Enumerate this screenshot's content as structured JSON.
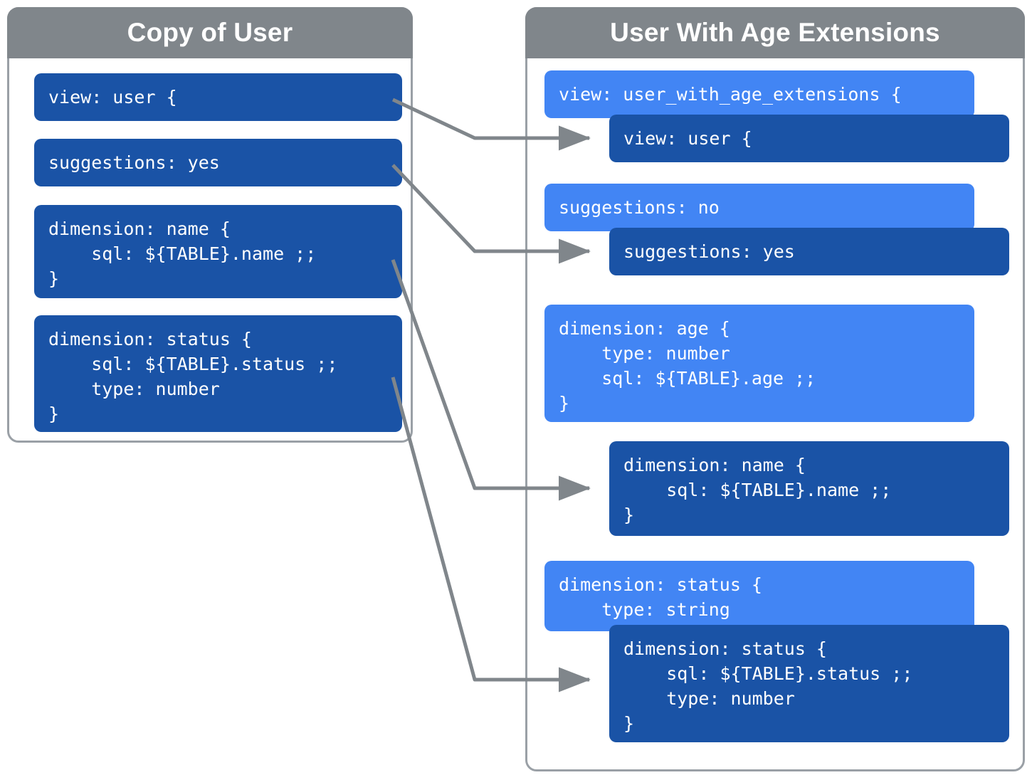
{
  "diagram": {
    "title_left": "Copy of User",
    "title_right": "User With Age Extensions"
  },
  "left_panel": {
    "header": "Copy of User",
    "blocks": [
      {
        "name": "view-user",
        "text": "view: user {"
      },
      {
        "name": "suggestions-yes",
        "text": "suggestions: yes"
      },
      {
        "name": "dimension-name",
        "text": "dimension: name {\n    sql: ${TABLE}.name ;;\n}"
      },
      {
        "name": "dimension-status",
        "text": "dimension: status {\n    sql: ${TABLE}.status ;;\n    type: number\n}"
      }
    ]
  },
  "right_panel": {
    "header": "User With Age Extensions",
    "groups": [
      {
        "name": "view-group",
        "outer": "view: user_with_age_extensions {",
        "inner": "view: user {"
      },
      {
        "name": "suggestions-group",
        "outer": "suggestions: no",
        "inner": "suggestions: yes"
      },
      {
        "name": "dimension-age-group",
        "outer": "dimension: age {\n    type: number\n    sql: ${TABLE}.age ;;\n}",
        "inner": "dimension: name {\n    sql: ${TABLE}.name ;;\n}"
      },
      {
        "name": "dimension-status-group",
        "outer": "dimension: status {\n    type: string",
        "inner": "dimension: status {\n    sql: ${TABLE}.status ;;\n    type: number\n}"
      }
    ]
  },
  "colors": {
    "panel_border": "#9aa0a6",
    "panel_header": "#80868b",
    "block_dark": "#1a53a6",
    "block_light": "#4285f4",
    "connector": "#80868b",
    "background": "#ffffff",
    "text_on_block": "#ffffff"
  },
  "connectors": [
    {
      "name": "connector-view",
      "from": "left.view-user",
      "to": "right.view-group.inner"
    },
    {
      "name": "connector-suggestions",
      "from": "left.suggestions-yes",
      "to": "right.suggestions-group.inner"
    },
    {
      "name": "connector-name",
      "from": "left.dimension-name",
      "to": "right.dimension-age-group.inner"
    },
    {
      "name": "connector-status",
      "from": "left.dimension-status",
      "to": "right.dimension-status-group.inner"
    }
  ]
}
